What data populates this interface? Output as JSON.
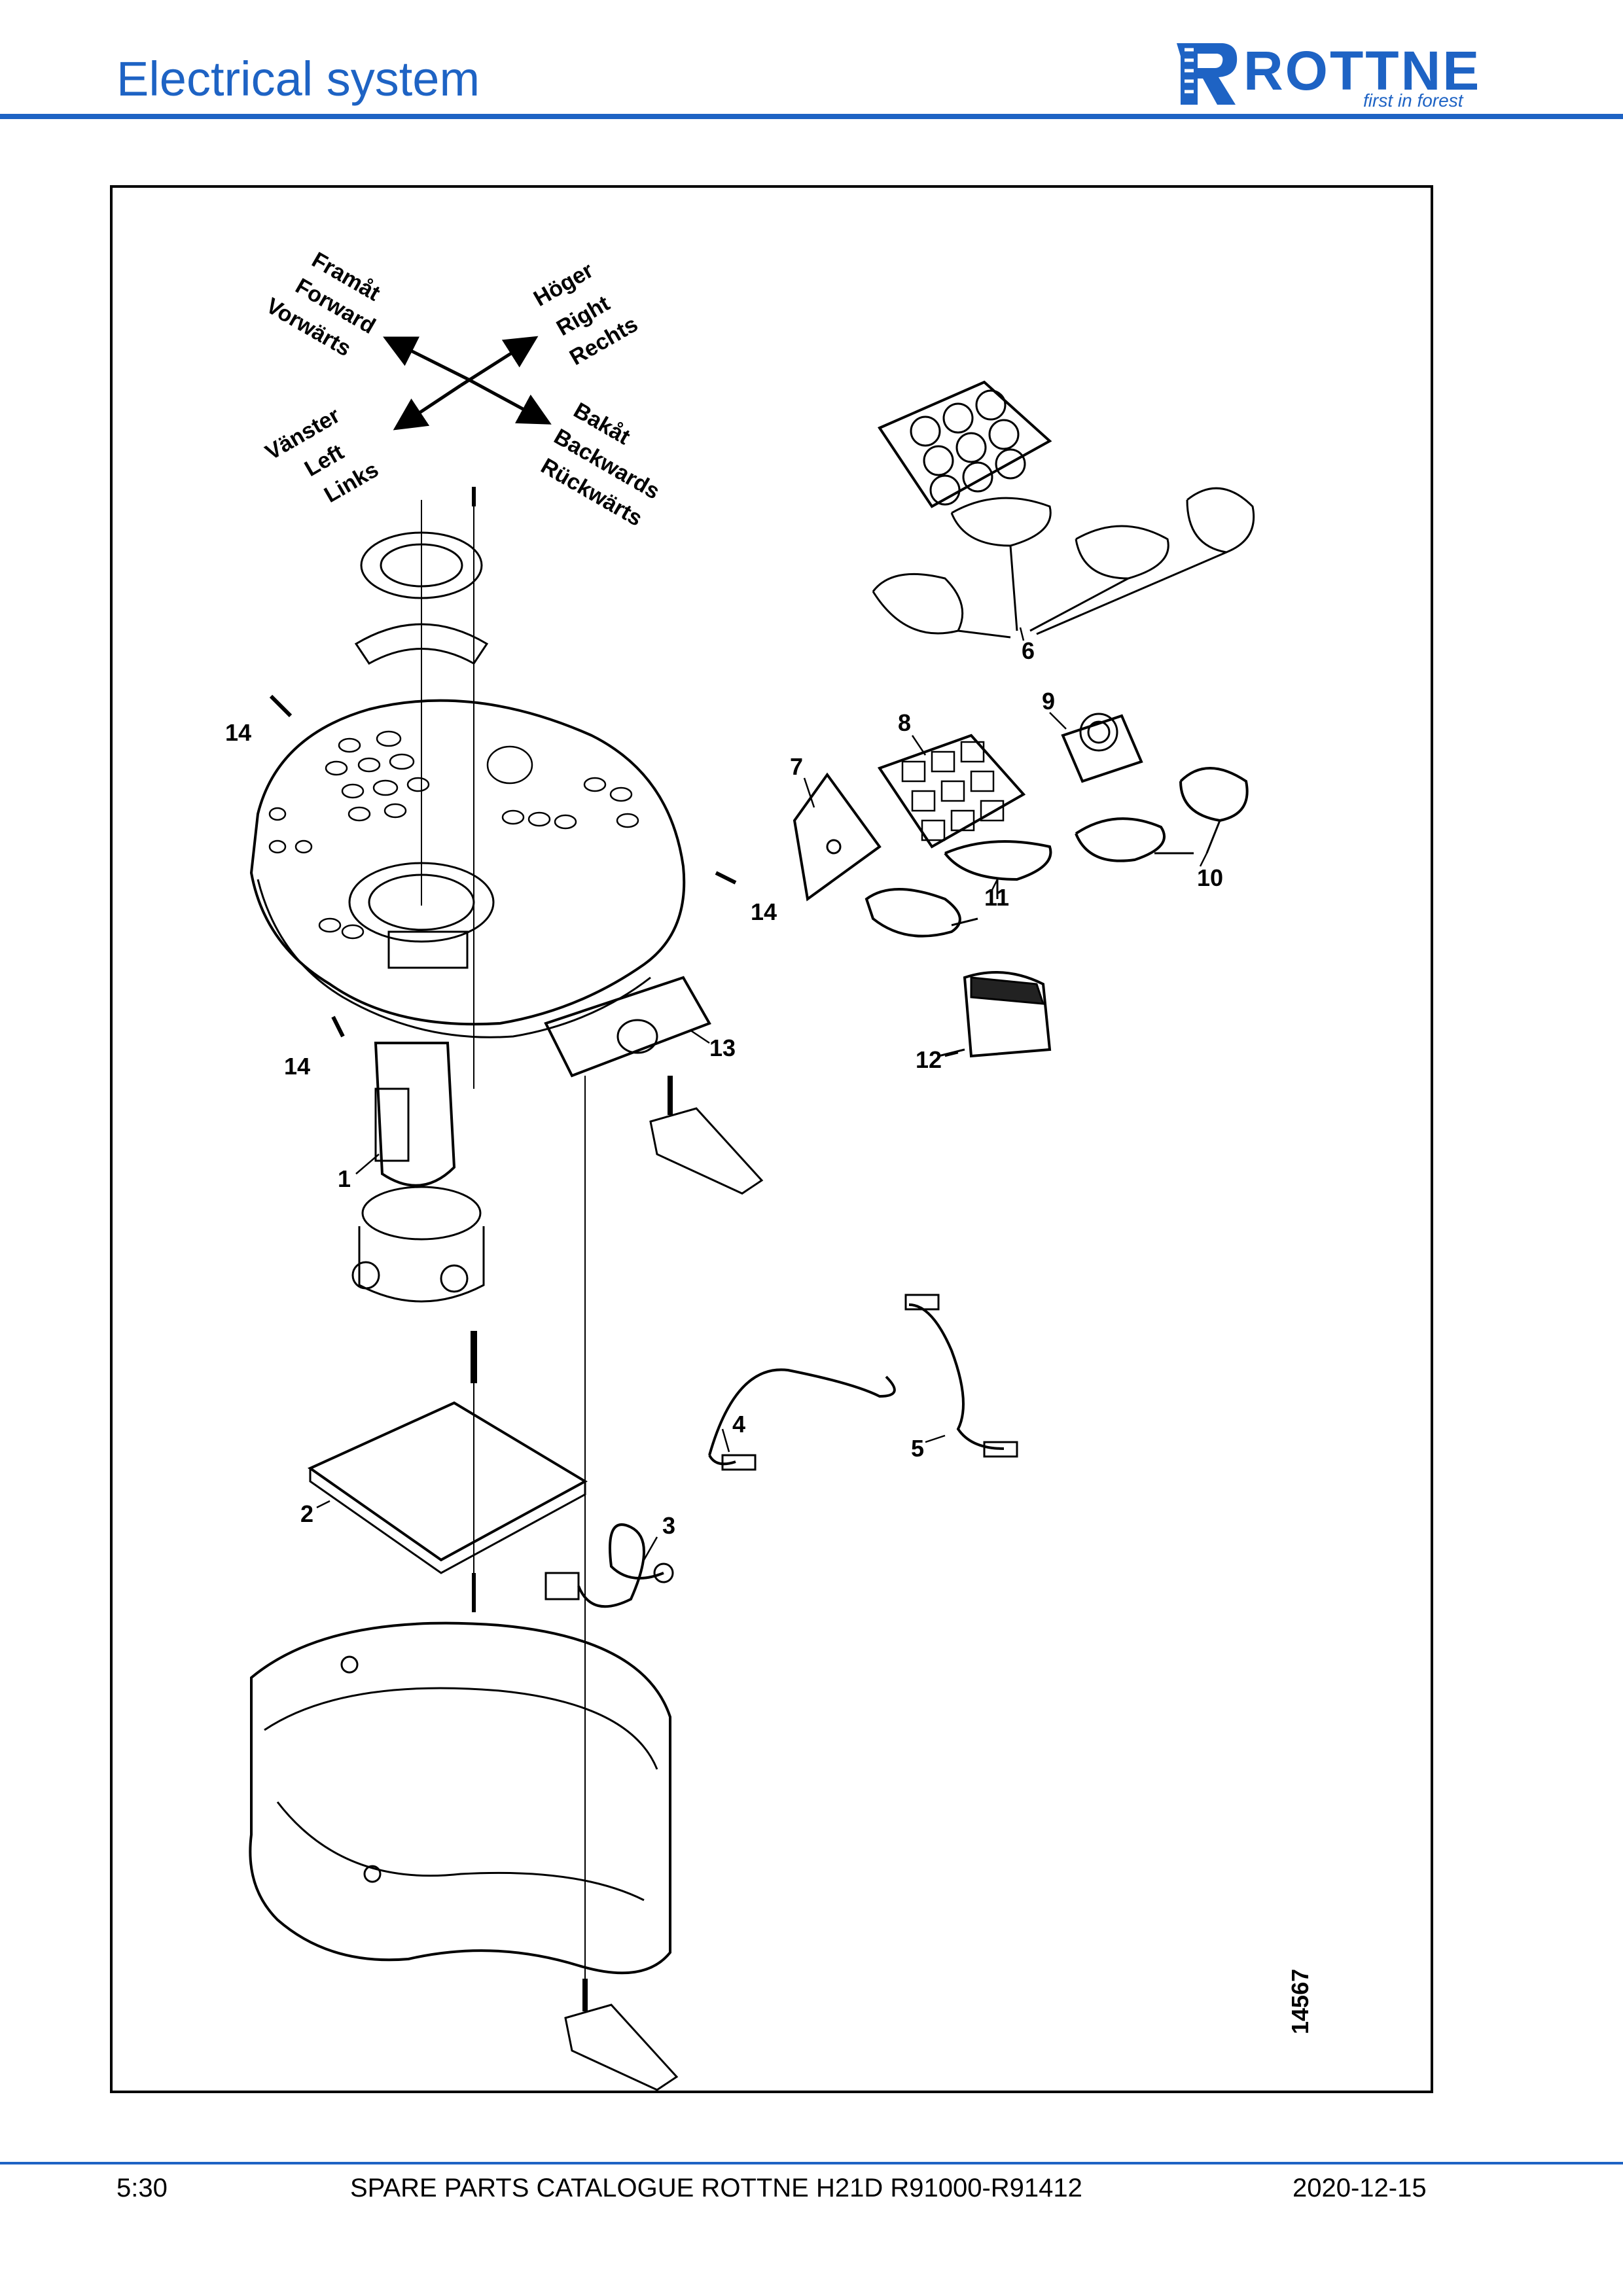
{
  "header": {
    "title": "Electrical system"
  },
  "logo": {
    "wordmark": "ROTTNE",
    "tagline": "first in forest",
    "brand_color": "#1e63c4"
  },
  "diagram": {
    "directions": {
      "forward": [
        "Framåt",
        "Forward",
        "Vorwärts"
      ],
      "right": [
        "Höger",
        "Right",
        "Rechts"
      ],
      "left": [
        "Vänster",
        "Left",
        "Links"
      ],
      "backward": [
        "Bakåt",
        "Backwards",
        "Rückwärts"
      ]
    },
    "callouts": {
      "c1": "1",
      "c2": "2",
      "c3": "3",
      "c4": "4",
      "c5": "5",
      "c6": "6",
      "c7": "7",
      "c8": "8",
      "c9": "9",
      "c10": "10",
      "c11": "11",
      "c12": "12",
      "c13": "13",
      "c14a": "14",
      "c14b": "14",
      "c14c": "14"
    },
    "figure_number": "14567"
  },
  "footer": {
    "page": "5:30",
    "title": "SPARE PARTS CATALOGUE ROTTNE H21D R91000-R91412",
    "date": "2020-12-15"
  }
}
